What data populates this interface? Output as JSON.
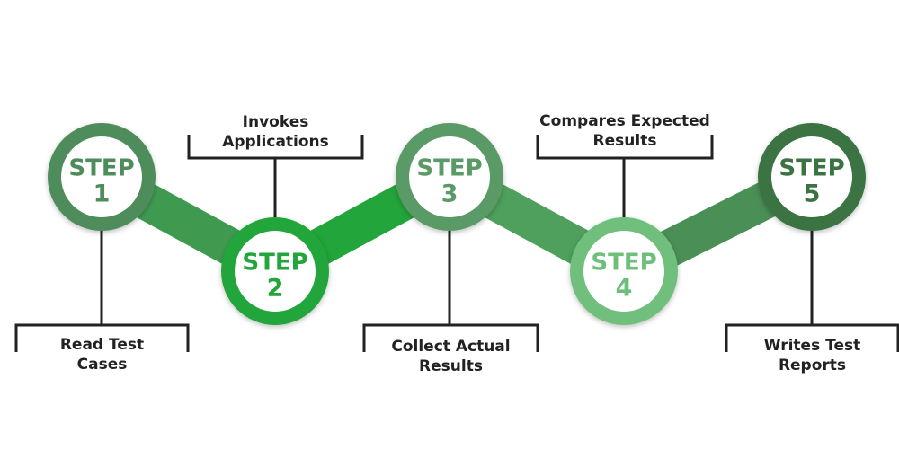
{
  "steps": [
    {
      "label": "STEP",
      "number": "1",
      "ring_color": "#4f8c5c",
      "text_color": "#4f8c5c",
      "caption_lines": [
        "Read Test",
        "Cases"
      ]
    },
    {
      "label": "STEP",
      "number": "2",
      "ring_color": "#22a53a",
      "text_color": "#22a53a",
      "caption_lines": [
        "Invokes",
        "Applications"
      ]
    },
    {
      "label": "STEP",
      "number": "3",
      "ring_color": "#5a9a66",
      "text_color": "#5a9a66",
      "caption_lines": [
        "Collect Actual",
        "Results"
      ]
    },
    {
      "label": "STEP",
      "number": "4",
      "ring_color": "#6fbf7c",
      "text_color": "#6fbf7c",
      "caption_lines": [
        "Compares Expected",
        "Results"
      ]
    },
    {
      "label": "STEP",
      "number": "5",
      "ring_color": "#3b7342",
      "text_color": "#3b7342",
      "caption_lines": [
        "Writes Test",
        "Reports"
      ]
    }
  ],
  "connector_colors": [
    "#3f9a50",
    "#22a53a",
    "#4fa05c",
    "#4a8f56"
  ],
  "line_color": "#222222"
}
